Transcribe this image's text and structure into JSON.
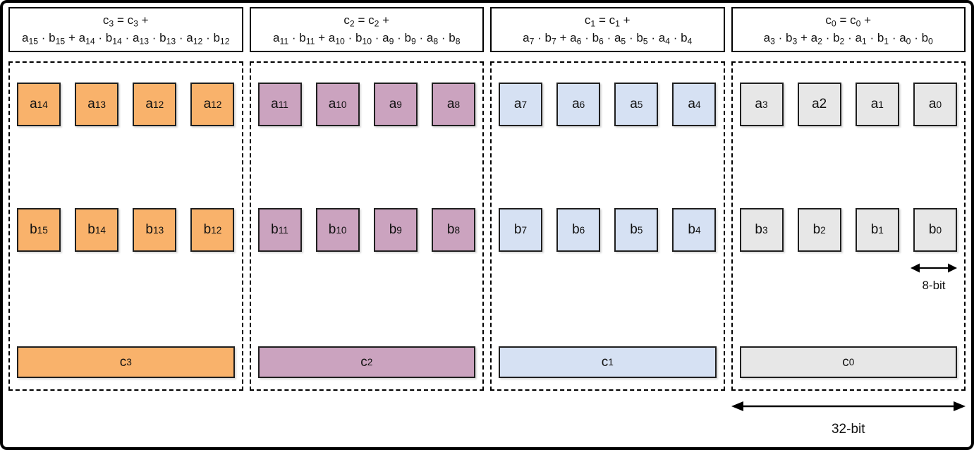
{
  "palette": {
    "orange": "#F9B26B",
    "mauve": "#CBA3BF",
    "blue": "#D6E1F3",
    "gray": "#E7E7E7"
  },
  "headers": [
    {
      "line1": "c_{3} = c_{3} +",
      "line2": "a_{15} · b_{15} + a_{14} · b_{14} · a_{13} · b_{13} · a_{12} · b_{12}"
    },
    {
      "line1": "c_{2} = c_{2} +",
      "line2": "a_{11} · b_{11} + a_{10} · b_{10} · a_{9} · b_{9} · a_{8} · b_{8}"
    },
    {
      "line1": "c_{1} = c_{1} +",
      "line2": "a_{7} · b_{7} + a_{6} · b_{6} · a_{5} · b_{5} · a_{4} · b_{4}"
    },
    {
      "line1": "c_{0} = c_{0} +",
      "line2": "a_{3} · b_{3} + a_{2} · b_{2} · a_{1} · b_{1} · a_{0} · b_{0}"
    }
  ],
  "groups": [
    {
      "name": "c3",
      "a_row": [
        "a_{14}",
        "a_{13}",
        "a_{12}",
        "a_{12}"
      ],
      "b_row": [
        "b_{15}",
        "b_{14}",
        "b_{13}",
        "b_{12}"
      ],
      "c_label": "c_{3}"
    },
    {
      "name": "c2",
      "a_row": [
        "a_{11}",
        "a_{10}",
        "a_{9}",
        "a_{8}"
      ],
      "b_row": [
        "b_{11}",
        "b_{10}",
        "b_{9}",
        "b_{8}"
      ],
      "c_label": "c_{2}"
    },
    {
      "name": "c1",
      "a_row": [
        "a_{7}",
        "a_{6}",
        "a_{5}",
        "a_{4}"
      ],
      "b_row": [
        "b_{7}",
        "b_{6}",
        "b_{5}",
        "b_{4}"
      ],
      "c_label": "c_{1}"
    },
    {
      "name": "c0",
      "a_row": [
        "a_{3}",
        "a2",
        "a_{1}",
        "a_{0}"
      ],
      "b_row": [
        "b_{3}",
        "b_{2}",
        "b_{1}",
        "b_{0}"
      ],
      "c_label": "c_{0}"
    }
  ],
  "annotations": {
    "bit8_label": "8-bit",
    "bit32_label": "32-bit"
  }
}
